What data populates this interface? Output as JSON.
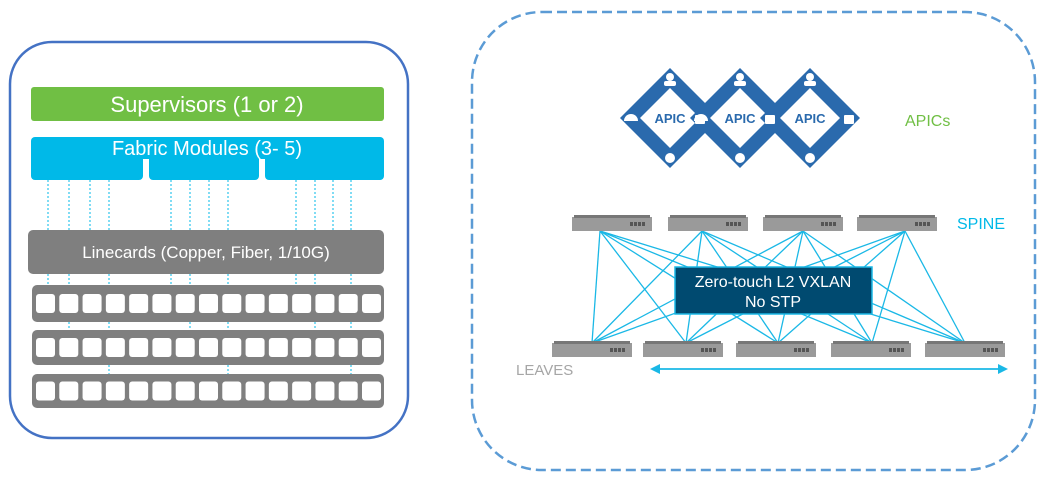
{
  "left": {
    "supervisors": "Supervisors (1 or 2)",
    "fabric_modules": "Fabric Modules (3- 5)",
    "linecards": "Linecards (Copper, Fiber, 1/10G)",
    "port_rows": 3,
    "ports_per_row": 15
  },
  "right": {
    "apic_label": "APIC",
    "apics_title": "APICs",
    "spine_label": "SPINE",
    "leaves_label": "LEAVES",
    "overlay_line1": "Zero-touch L2 VXLAN",
    "overlay_line2": "No STP",
    "spine_count": 4,
    "leaf_count": 5
  },
  "colors": {
    "green": "#70bf44",
    "cyan": "#00b9e8",
    "gray": "#7f7f7f",
    "apic_blue": "#2a6aad",
    "overlay_fill": "#004a70",
    "left_border": "#4472c4",
    "right_border": "#5b9bd5"
  }
}
